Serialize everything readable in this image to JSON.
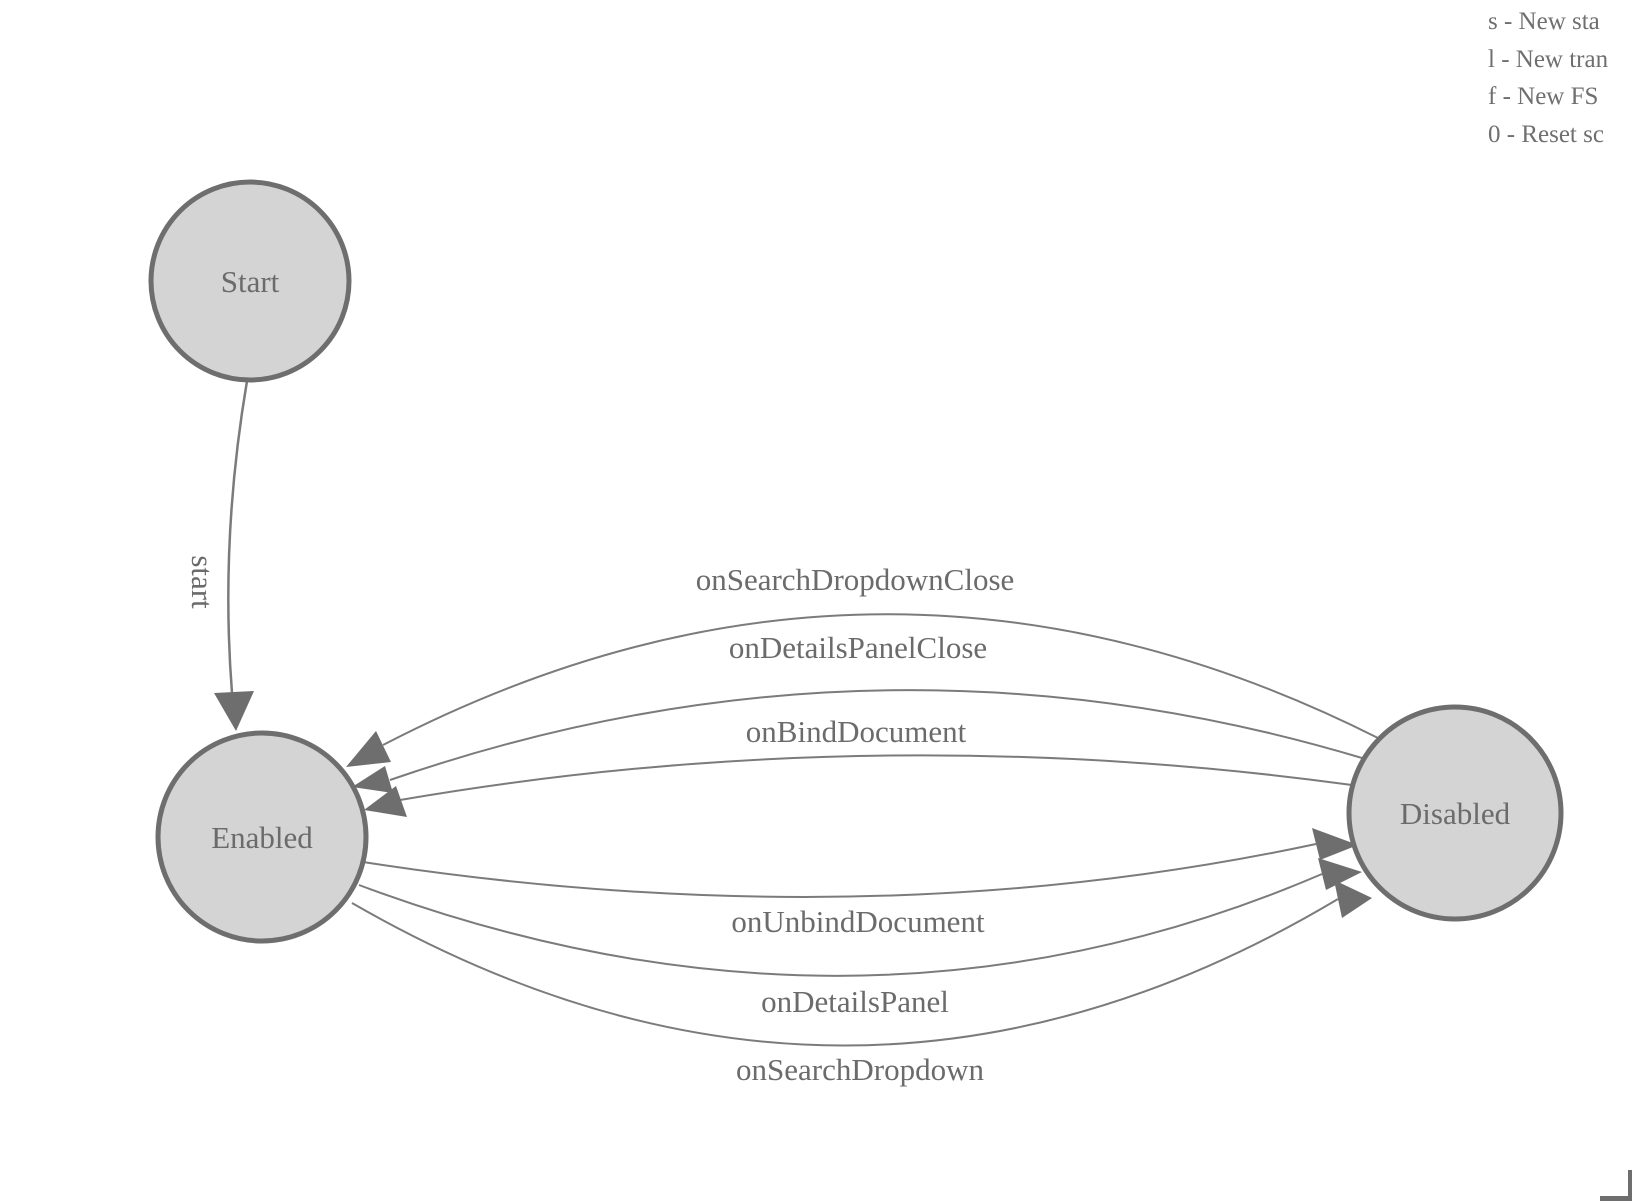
{
  "legend": {
    "items": [
      {
        "label": "s - New sta"
      },
      {
        "label": "l - New tran"
      },
      {
        "label": "f - New FS"
      },
      {
        "label": "0 - Reset sc"
      }
    ]
  },
  "states": [
    {
      "label": "Start"
    },
    {
      "label": "Enabled"
    },
    {
      "label": "Disabled"
    }
  ],
  "transitions": {
    "start": {
      "label": "start",
      "from": "Start",
      "to": "Enabled"
    },
    "disabled_to_enabled": [
      {
        "label": "onSearchDropdownClose"
      },
      {
        "label": "onDetailsPanelClose"
      },
      {
        "label": "onBindDocument"
      }
    ],
    "enabled_to_disabled": [
      {
        "label": "onUnbindDocument"
      },
      {
        "label": "onDetailsPanel"
      },
      {
        "label": "onSearchDropdown"
      }
    ]
  },
  "colors": {
    "background": "#ffffff",
    "node_fill": "#d4d4d4",
    "node_stroke": "#6e6e6e",
    "edge_line": "#7b7b7b",
    "arrowhead": "#6e6e6e",
    "label_text": "#6b6b6b",
    "legend_text": "#6f6f6f"
  }
}
